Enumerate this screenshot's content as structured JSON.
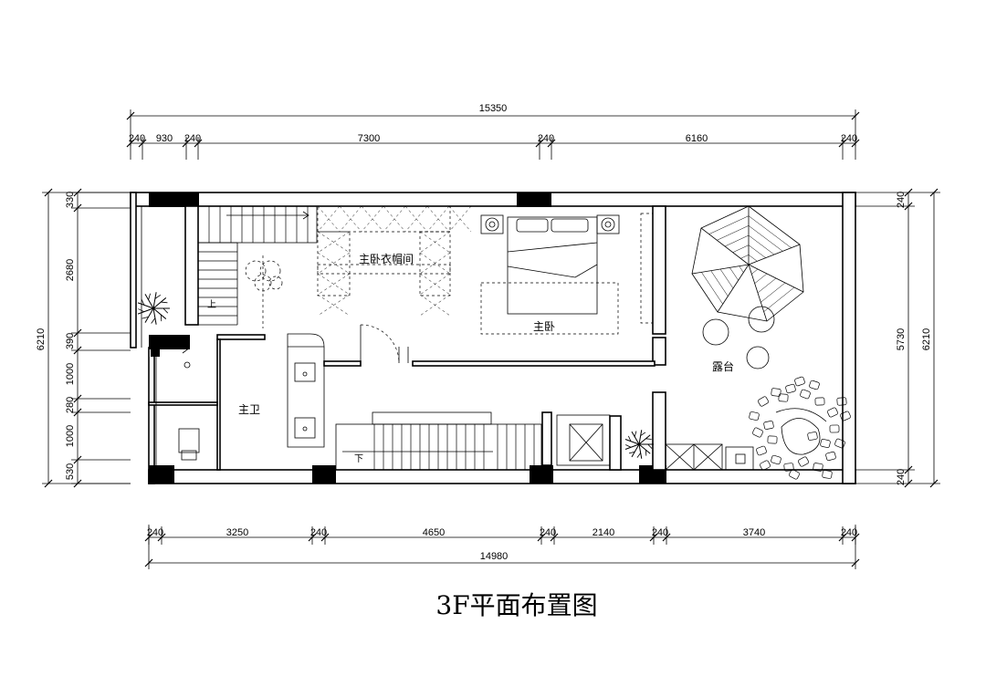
{
  "title": "3F平面布置图",
  "dimensions": {
    "top_total": "15350",
    "top_segments": [
      "240",
      "930",
      "240",
      "7300",
      "240",
      "6160",
      "240"
    ],
    "bottom_segments": [
      "240",
      "3250",
      "240",
      "4650",
      "240",
      "2140",
      "240",
      "3740",
      "240"
    ],
    "bottom_total": "14980",
    "left_total": "6210",
    "left_segments": [
      "330",
      "2680",
      "390",
      "1000",
      "280",
      "1000",
      "530"
    ],
    "right_total": "6210",
    "right_segments": [
      "240",
      "5730",
      "240"
    ]
  },
  "rooms": {
    "closet": "主卧衣帽间",
    "master_bedroom": "主卧",
    "master_bath": "主卫",
    "terrace": "露台"
  },
  "stair_labels": {
    "up": "上",
    "down": "下"
  }
}
